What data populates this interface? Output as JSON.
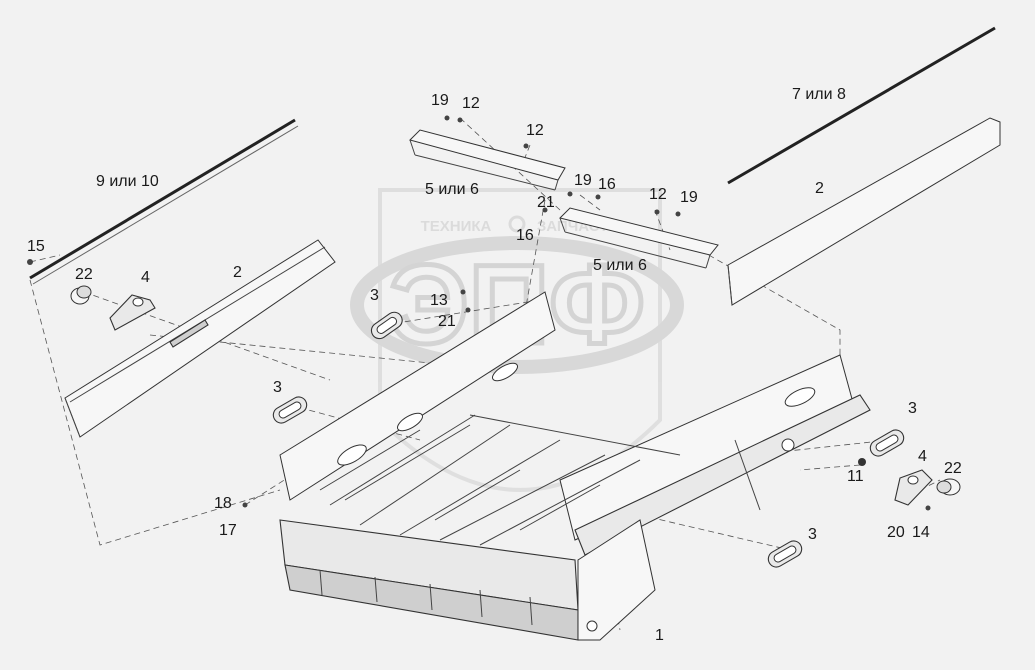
{
  "watermark": {
    "logo_text": "ЭПФ",
    "text_left": "ТЕХНИКА",
    "text_right": "ЗАПЧАСТИ"
  },
  "callouts": {
    "c1": "1",
    "c2_left": "2",
    "c2_right": "2",
    "c3_top": "3",
    "c3_left": "3",
    "c3_right": "3",
    "c3_bottom": "3",
    "c4_left": "4",
    "c4_right": "4",
    "c5_top": "5 или 6",
    "c5_mid": "5 или 6",
    "c7": "7 или 8",
    "c9": "9 или 10",
    "c11": "11",
    "c12_a": "12",
    "c12_b": "12",
    "c12_c": "12",
    "c13": "13",
    "c14": "14",
    "c15": "15",
    "c16_a": "16",
    "c16_b": "16",
    "c17": "17",
    "c18": "18",
    "c19_a": "19",
    "c19_b": "19",
    "c19_c": "19",
    "c20": "20",
    "c21_a": "21",
    "c21_b": "21",
    "c22_left": "22",
    "c22_right": "22"
  },
  "colors": {
    "background": "#f2f2f2",
    "line": "#333333",
    "watermark": "#c9c9c9"
  }
}
